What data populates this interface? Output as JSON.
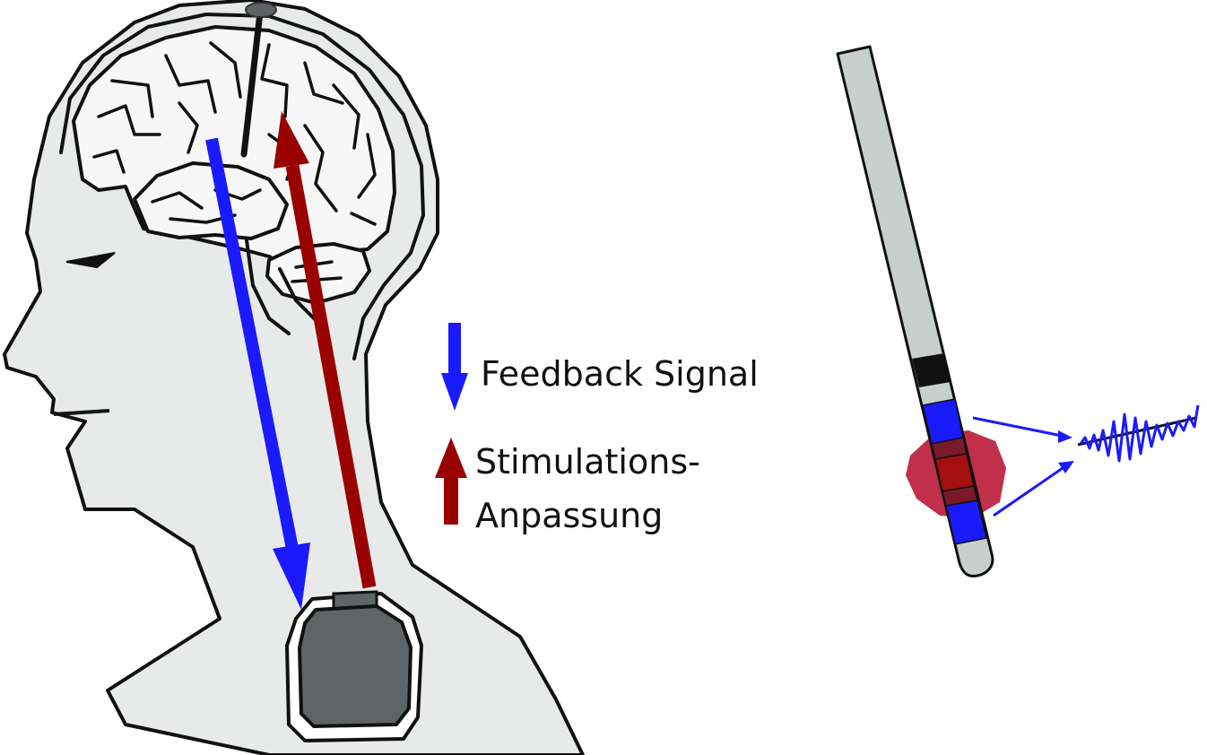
{
  "legend": {
    "feedback_label": "Feedback Signal",
    "stimulation_label_line1": "Stimulations-",
    "stimulation_label_line2": "Anpassung"
  },
  "colors": {
    "feedback_arrow": "#1a1aff",
    "stimulation_arrow": "#990000",
    "skin": "#e8eaea",
    "pulse_generator": "#5f6566",
    "electrode_shaft": "#c8cfcd",
    "contact_blue": "#1a1aff",
    "contact_red": "#a50f0f",
    "target_region": "#c0304a",
    "signal_trace": "#1a1aff"
  },
  "icons": {
    "head": "head-silhouette-icon",
    "brain": "brain-icon",
    "pulse_generator": "implant-pulse-generator-icon",
    "electrode": "dbs-electrode-icon",
    "signal": "oscillation-signal-icon"
  }
}
